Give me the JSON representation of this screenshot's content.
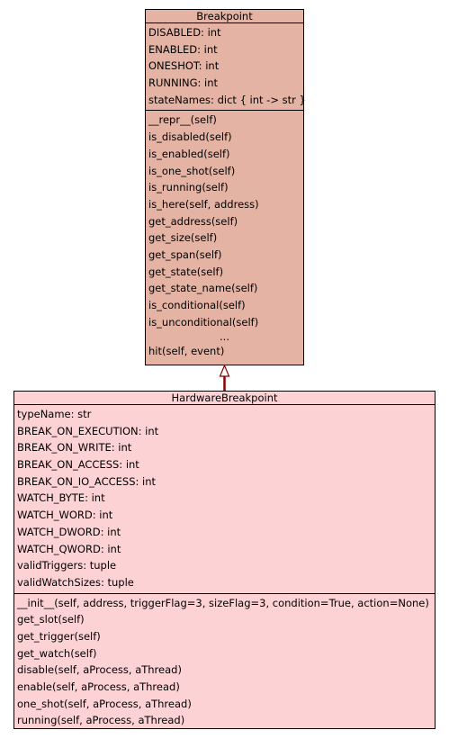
{
  "breakpoint": {
    "name": "Breakpoint",
    "attributes": [
      "DISABLED: int",
      "ENABLED: int",
      "ONESHOT: int",
      "RUNNING: int",
      "stateNames: dict { int -> str }"
    ],
    "methods": [
      "__repr__(self)",
      "is_disabled(self)",
      "is_enabled(self)",
      "is_one_shot(self)",
      "is_running(self)",
      "is_here(self, address)",
      "get_address(self)",
      "get_size(self)",
      "get_span(self)",
      "get_state(self)",
      "get_state_name(self)",
      "is_conditional(self)",
      "is_unconditional(self)"
    ],
    "ellipsis": "...",
    "extra_methods": [
      "hit(self, event)"
    ],
    "color": "#e4b3a4"
  },
  "hardware_breakpoint": {
    "name": "HardwareBreakpoint",
    "attributes": [
      "typeName: str",
      "BREAK_ON_EXECUTION: int",
      "BREAK_ON_WRITE: int",
      "BREAK_ON_ACCESS: int",
      "BREAK_ON_IO_ACCESS: int",
      "WATCH_BYTE: int",
      "WATCH_WORD: int",
      "WATCH_DWORD: int",
      "WATCH_QWORD: int",
      "validTriggers: tuple",
      "validWatchSizes: tuple"
    ],
    "methods": [
      "__init__(self, address, triggerFlag=3, sizeFlag=3, condition=True, action=None)",
      "get_slot(self)",
      "get_trigger(self)",
      "get_watch(self)",
      "disable(self, aProcess, aThread)",
      "enable(self, aProcess, aThread)",
      "one_shot(self, aProcess, aThread)",
      "running(self, aProcess, aThread)"
    ],
    "color": "#fdd2d4"
  },
  "arrow_color": "#8b0000"
}
